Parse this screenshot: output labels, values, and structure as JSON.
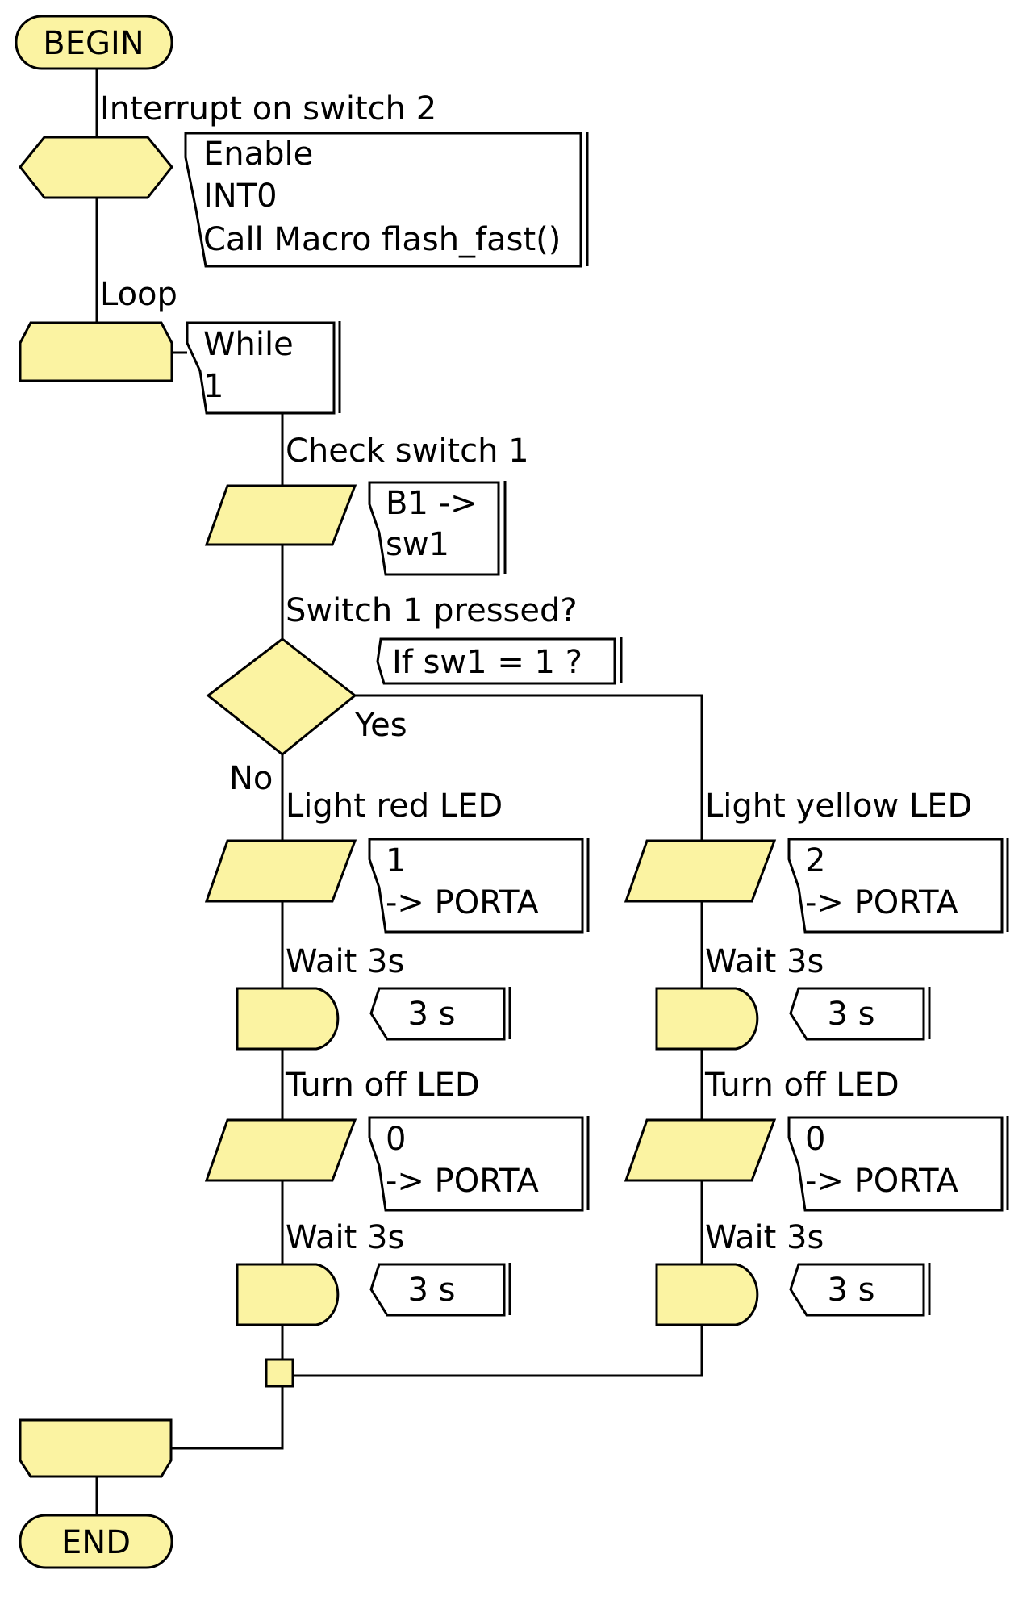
{
  "colors": {
    "shape_fill": "#fbf3a2",
    "line": "#000000",
    "background": "#ffffff"
  },
  "terminals": {
    "begin": "BEGIN",
    "end": "END"
  },
  "interrupt": {
    "title": "Interrupt on switch 2",
    "lines": [
      "Enable",
      "INT0",
      "Call Macro flash_fast()"
    ]
  },
  "loop": {
    "title": "Loop",
    "lines": [
      "While",
      "1"
    ]
  },
  "check_switch": {
    "title": "Check switch 1",
    "lines": [
      "B1 ->",
      "sw1"
    ]
  },
  "decision": {
    "title": "Switch 1 pressed?",
    "condition": "If  sw1 = 1 ?",
    "yes_label": "Yes",
    "no_label": "No"
  },
  "left_branch": {
    "light": {
      "title": "Light red LED",
      "lines": [
        "1",
        "-> PORTA"
      ]
    },
    "wait1": {
      "title": "Wait 3s",
      "value": "3 s"
    },
    "off": {
      "title": "Turn off LED",
      "lines": [
        "0",
        "-> PORTA"
      ]
    },
    "wait2": {
      "title": "Wait 3s",
      "value": "3 s"
    }
  },
  "right_branch": {
    "light": {
      "title": "Light yellow LED",
      "lines": [
        "2",
        "-> PORTA"
      ]
    },
    "wait1": {
      "title": "Wait 3s",
      "value": "3 s"
    },
    "off": {
      "title": "Turn off LED",
      "lines": [
        "0",
        "-> PORTA"
      ]
    },
    "wait2": {
      "title": "Wait 3s",
      "value": "3 s"
    }
  }
}
